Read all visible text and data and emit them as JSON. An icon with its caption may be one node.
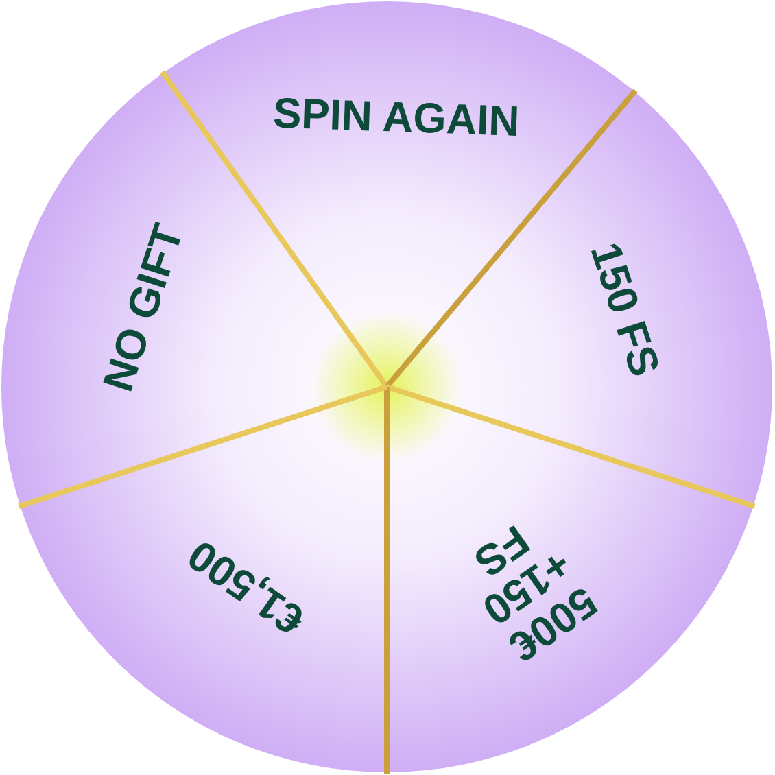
{
  "diagram": {
    "nodes": [
      {
        "text": [
          "SPIN AGAIN"
        ]
      },
      {
        "text": [
          "150 FS"
        ]
      },
      {
        "text": [
          "500€ +150 FS"
        ]
      },
      {
        "text": [
          "€1,500"
        ]
      },
      {
        "text": [
          "NO GIFT"
        ]
      }
    ]
  }
}
